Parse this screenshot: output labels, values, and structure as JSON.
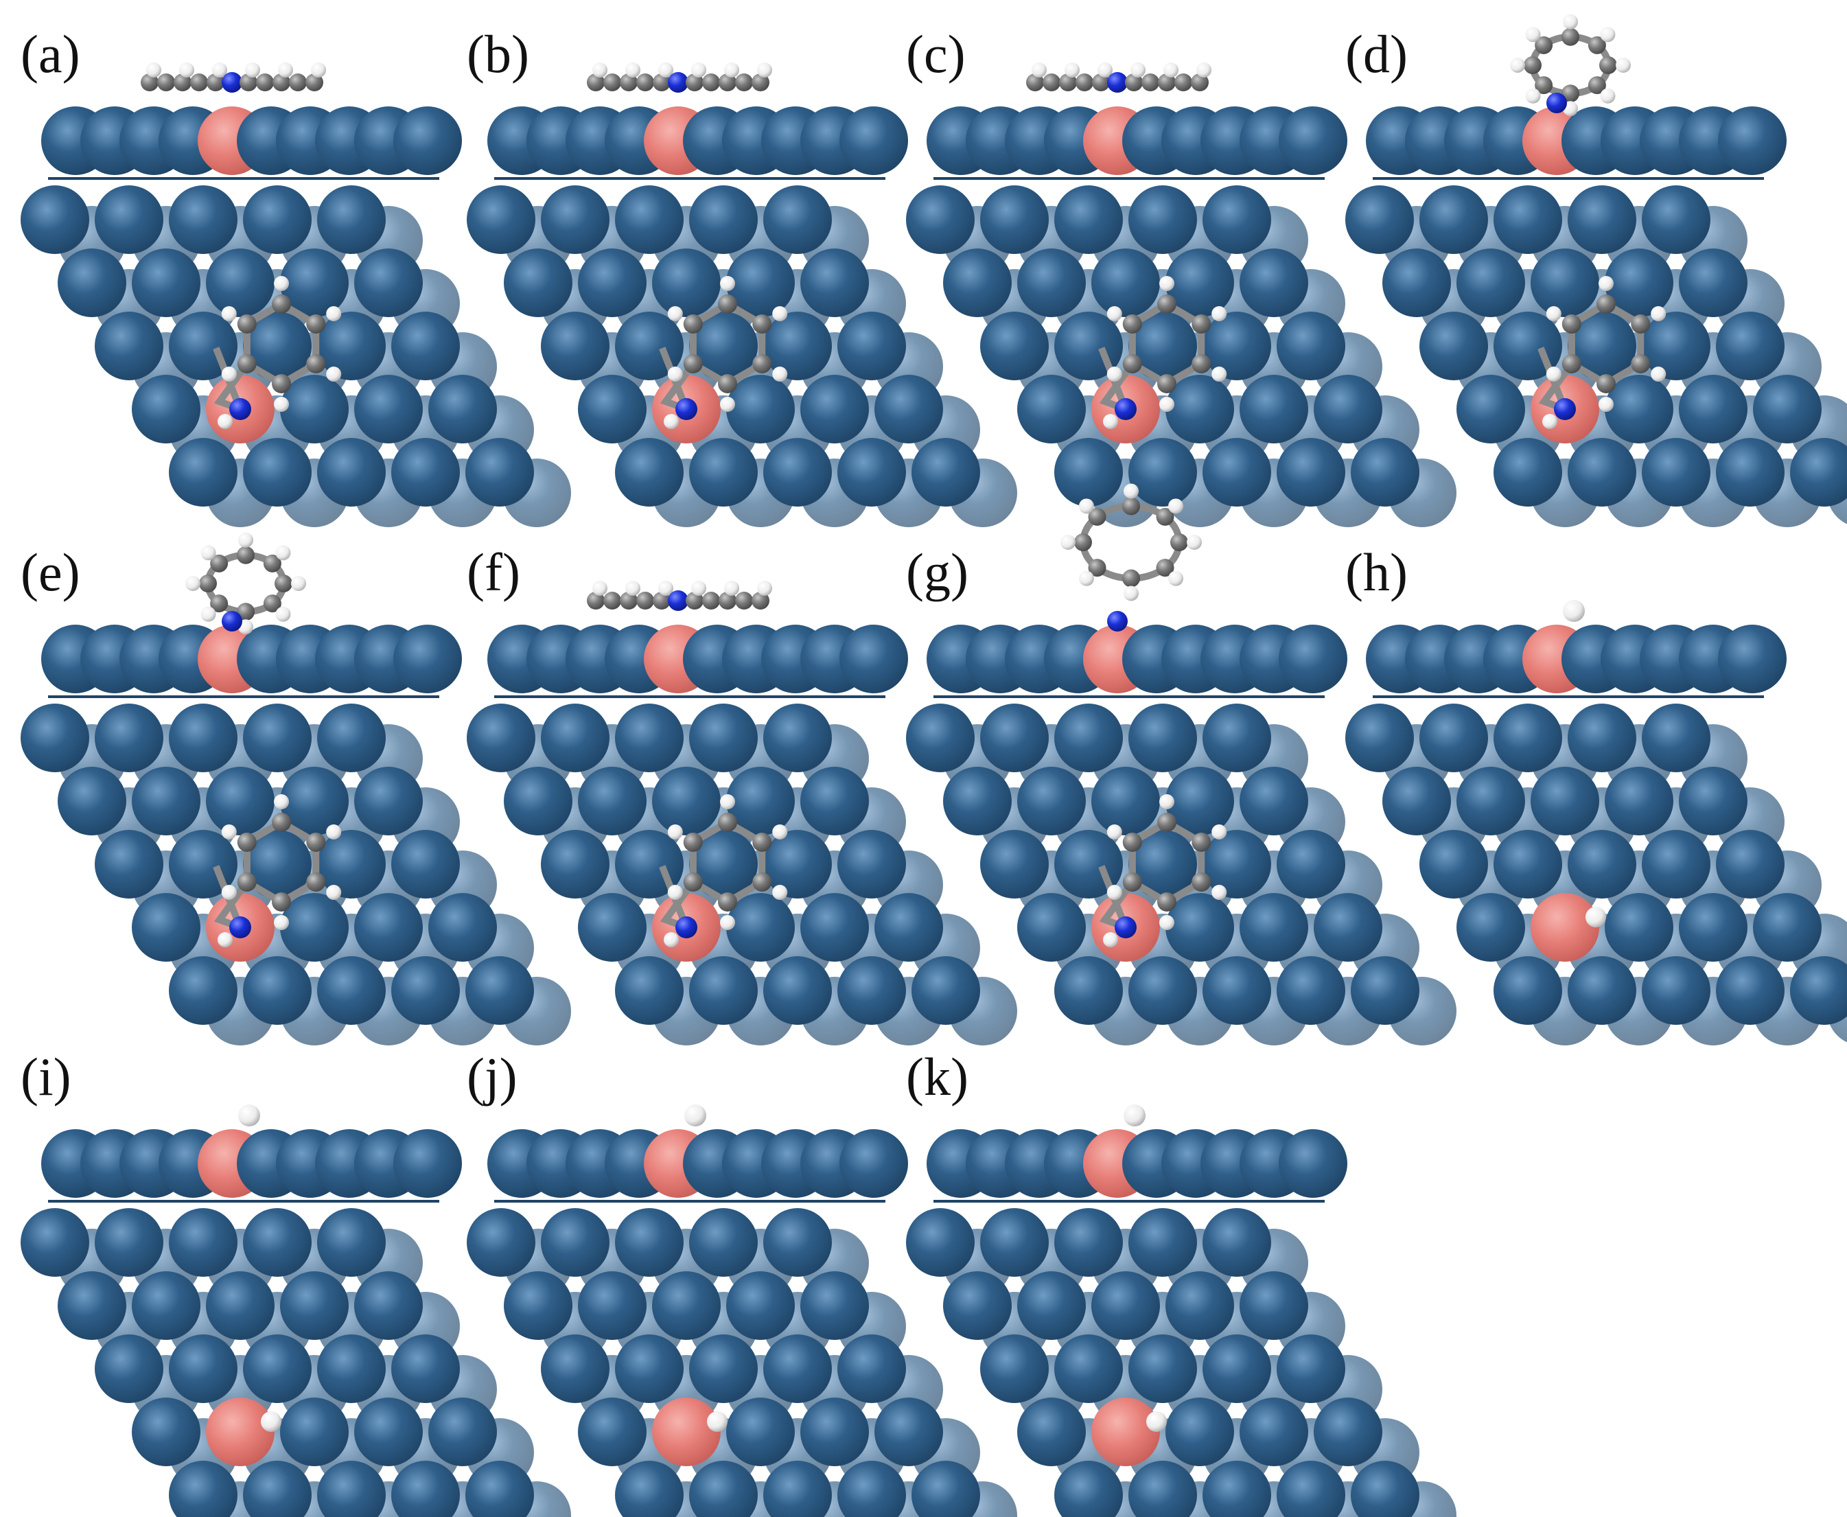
{
  "figure": {
    "colors": {
      "substrate_atom": "#2f5f8a",
      "substrate_highlight": "#6f9cc4",
      "dopant_atom": "#e8807a",
      "carbon_atom": "#7a7a7a",
      "nitrogen_atom": "#1a2fd6",
      "hydrogen_atom": "#f2f2f2",
      "bond": "#8a8a8a"
    },
    "panels": [
      {
        "label": "(a)",
        "adsorbate": "flat-molecule",
        "n_mark": "N"
      },
      {
        "label": "(b)",
        "adsorbate": "flat-molecule",
        "n_mark": "N"
      },
      {
        "label": "(c)",
        "adsorbate": "flat-molecule",
        "n_mark": "N"
      },
      {
        "label": "(d)",
        "adsorbate": "tilted-molecule",
        "n_mark": "N"
      },
      {
        "label": "(e)",
        "adsorbate": "tilted-molecule",
        "n_mark": "N"
      },
      {
        "label": "(f)",
        "adsorbate": "flat-molecule",
        "n_mark": "N"
      },
      {
        "label": "(g)",
        "adsorbate": "upright-ring",
        "n_mark": "N"
      },
      {
        "label": "(h)",
        "adsorbate": "hydrogen-atom",
        "n_mark": ""
      },
      {
        "label": "(i)",
        "adsorbate": "hydrogen-atom",
        "n_mark": ""
      },
      {
        "label": "(j)",
        "adsorbate": "hydrogen-atom",
        "n_mark": ""
      },
      {
        "label": "(k)",
        "adsorbate": "hydrogen-atom",
        "n_mark": ""
      }
    ]
  }
}
